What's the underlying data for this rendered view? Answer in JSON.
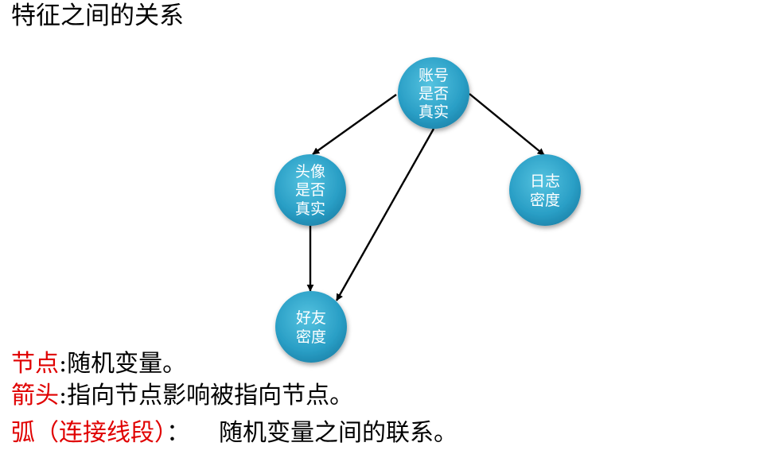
{
  "title": "特征之间的关系",
  "diagram": {
    "nodes": [
      {
        "id": "account",
        "lines": [
          "账号",
          "是否",
          "真实"
        ]
      },
      {
        "id": "avatar",
        "lines": [
          "头像",
          "是否",
          "真实"
        ]
      },
      {
        "id": "log",
        "lines": [
          "日志",
          "密度"
        ]
      },
      {
        "id": "friend",
        "lines": [
          "好友",
          "密度"
        ]
      }
    ],
    "edges": [
      {
        "from": "account",
        "to": "avatar"
      },
      {
        "from": "account",
        "to": "log"
      },
      {
        "from": "account",
        "to": "friend"
      },
      {
        "from": "avatar",
        "to": "friend"
      }
    ],
    "colors": {
      "node_fill": "#2aa3c8",
      "node_fill_light": "#5cc6e2",
      "edge": "#000000",
      "term": "#e00000"
    }
  },
  "legend": [
    {
      "term": "节点",
      "sep": ":",
      "desc": "随机变量。"
    },
    {
      "term": "箭头",
      "sep": ":",
      "desc": "指向节点影响被指向节点。"
    },
    {
      "term": "弧（连接线段）",
      "sep": "：",
      "desc": "随机变量之间的联系。"
    }
  ]
}
